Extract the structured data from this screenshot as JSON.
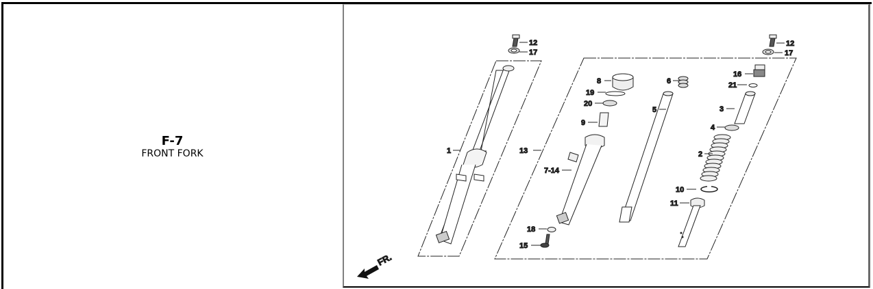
{
  "caption": {
    "code": "F-7",
    "name": "FRONT FORK"
  },
  "diagram": {
    "direction_label": "FR.",
    "callouts": [
      {
        "id": "c12a",
        "label": "12"
      },
      {
        "id": "c17a",
        "label": "17"
      },
      {
        "id": "c1",
        "label": "1"
      },
      {
        "id": "c13",
        "label": "13"
      },
      {
        "id": "c8",
        "label": "8"
      },
      {
        "id": "c19",
        "label": "19"
      },
      {
        "id": "c20",
        "label": "20"
      },
      {
        "id": "c9",
        "label": "9"
      },
      {
        "id": "c714",
        "label": "7-14"
      },
      {
        "id": "c18",
        "label": "18"
      },
      {
        "id": "c15",
        "label": "15"
      },
      {
        "id": "c6",
        "label": "6"
      },
      {
        "id": "c5",
        "label": "5"
      },
      {
        "id": "c12b",
        "label": "12"
      },
      {
        "id": "c17b",
        "label": "17"
      },
      {
        "id": "c16",
        "label": "16"
      },
      {
        "id": "c21",
        "label": "21"
      },
      {
        "id": "c3",
        "label": "3"
      },
      {
        "id": "c4",
        "label": "4"
      },
      {
        "id": "c2",
        "label": "2"
      },
      {
        "id": "c10",
        "label": "10"
      },
      {
        "id": "c11",
        "label": "11"
      }
    ]
  }
}
